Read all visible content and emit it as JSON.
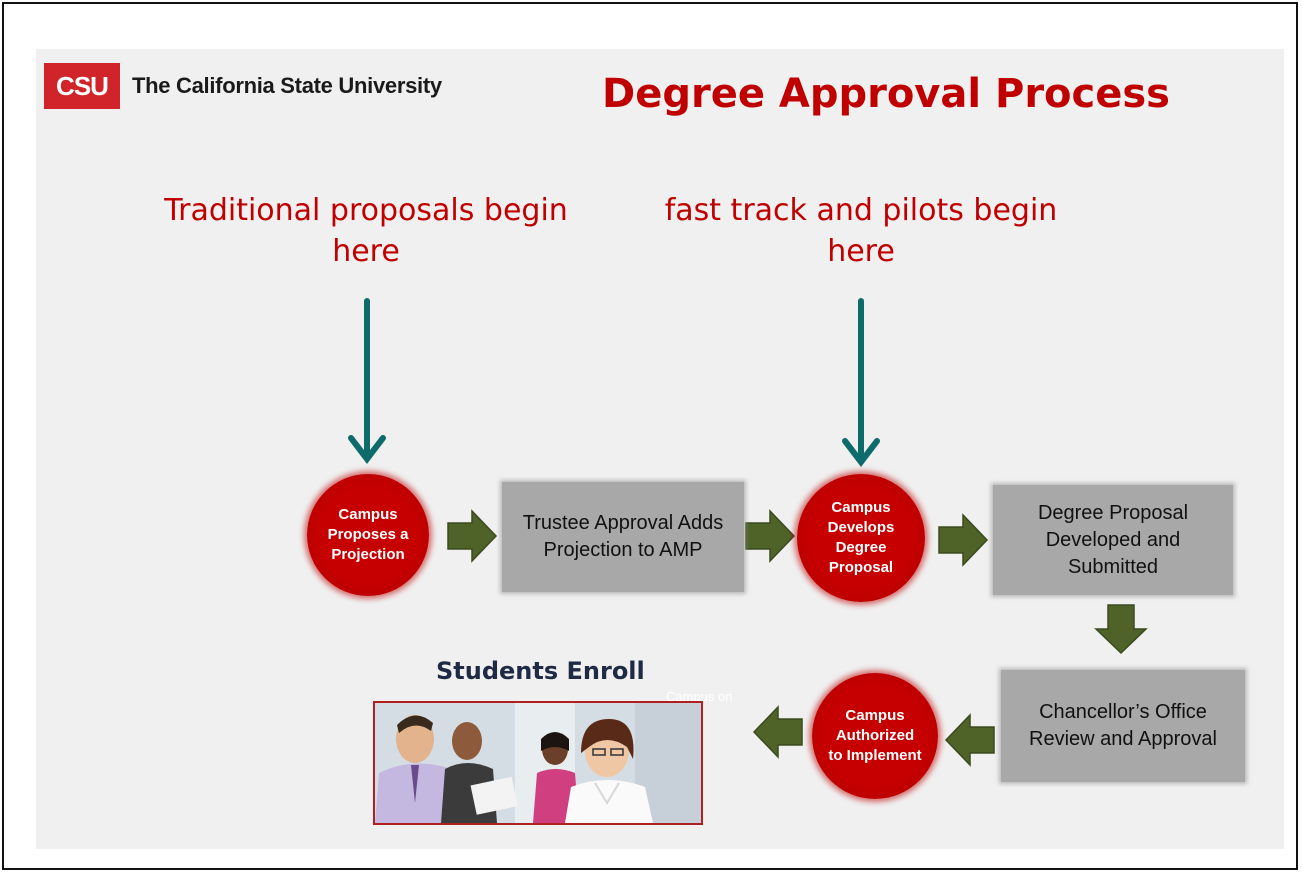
{
  "logo": {
    "mark": "CSU",
    "name": "The California State University"
  },
  "title": "Degree Approval Process",
  "entry_labels": {
    "traditional": "Traditional proposals begin here",
    "fast_track": "fast track and pilots begin here"
  },
  "steps": {
    "proposes": "Campus Proposes a Projection",
    "trustee": "Trustee Approval Adds Projection to AMP",
    "develops": "Campus Develops Degree Proposal",
    "submitted": "Degree Proposal Developed and Submitted",
    "chancellor": "Chancellor’s Office Review and Approval",
    "authorized": "Campus Authorized to Implement"
  },
  "students_label": "Students Enroll",
  "faint_text": "Campus on",
  "colors": {
    "brand_red": "#d0232a",
    "title_red": "#c00000",
    "circle_red": "#c60000",
    "teal_arrow": "#0d6b6b",
    "green_arrow": "#4f6228",
    "box_gray": "#a8a8a8"
  },
  "icons": [
    "down-arrow-icon",
    "right-arrow-icon",
    "left-arrow-icon"
  ]
}
